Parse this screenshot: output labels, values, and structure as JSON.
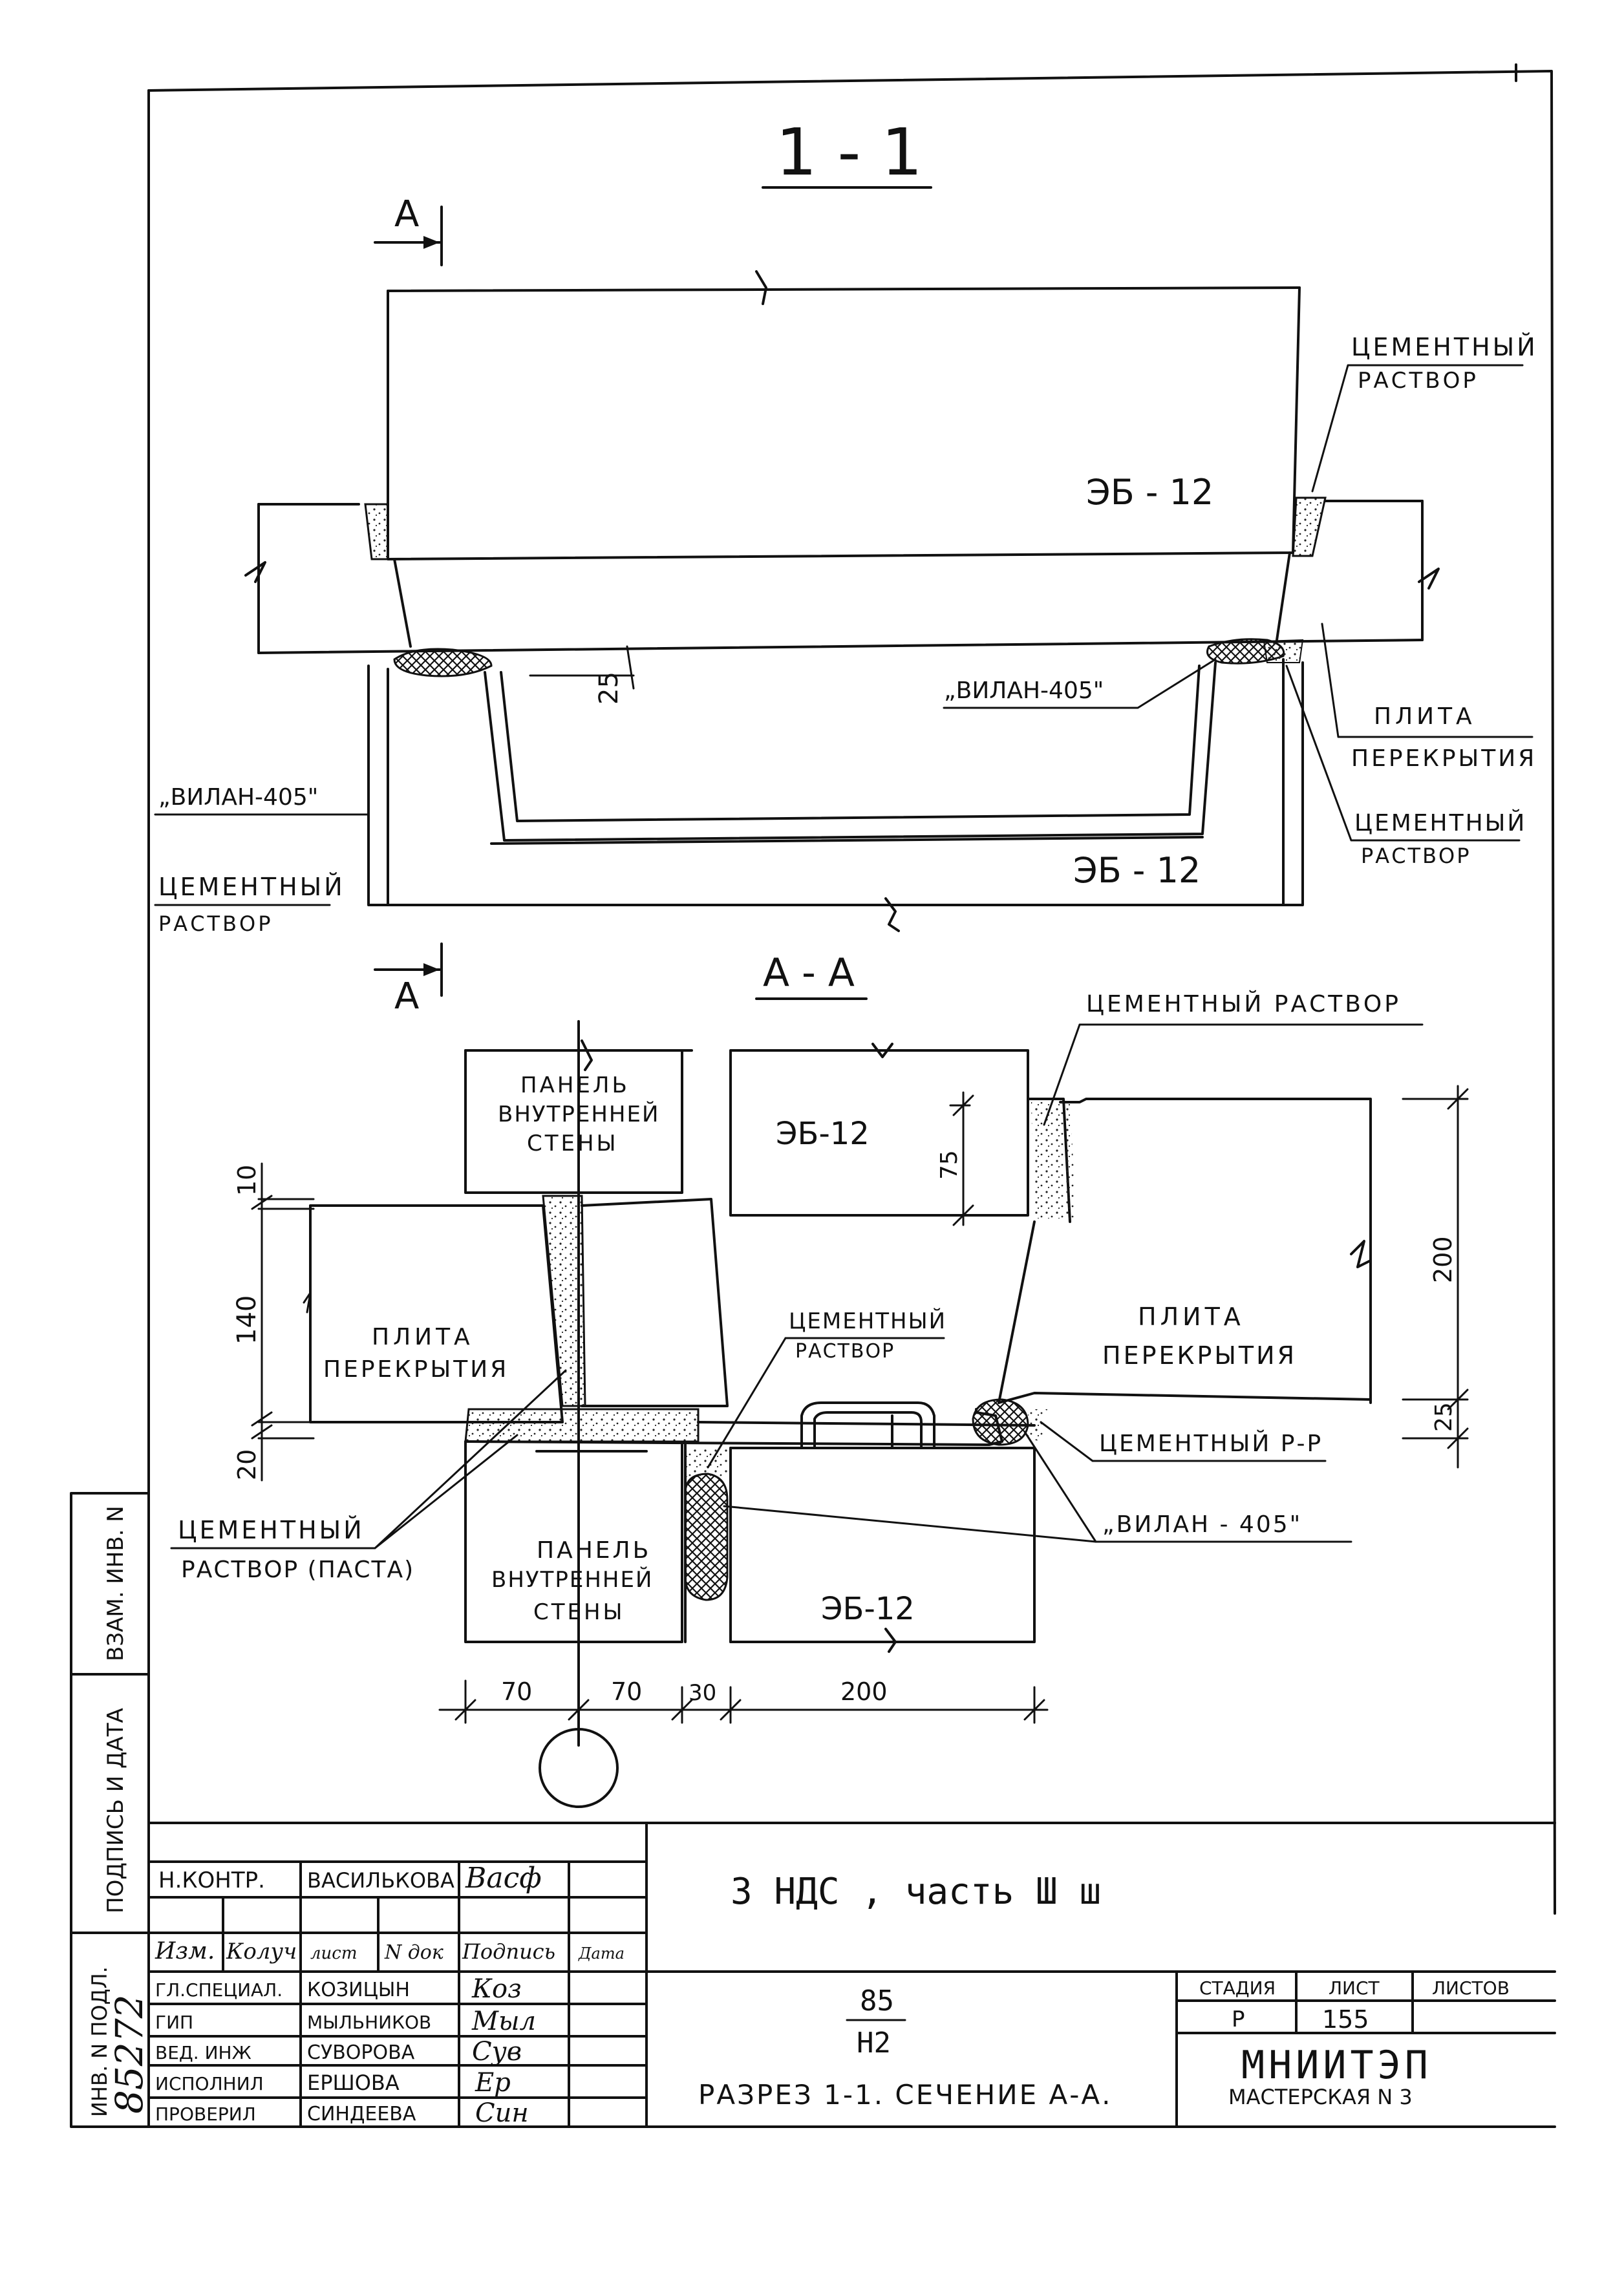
{
  "section_11": {
    "title": "1 - 1",
    "cut_mark": "А",
    "labels": {
      "eb12_top": "ЭБ - 12",
      "eb12_bottom": "ЭБ - 12",
      "cement_top_right": [
        "ЦЕМЕНТНЫЙ",
        "РАСТВОР"
      ],
      "vilan_right": "„ВИЛАН-405\"",
      "plita_right": [
        "ПЛИТА",
        "ПЕРЕКРЫТИЯ"
      ],
      "cement_mid_right": [
        "ЦЕМЕНТНЫЙ",
        "РАСТВОР"
      ],
      "vilan_left": "„ВИЛАН-405\"",
      "cement_left": [
        "ЦЕМЕНТНЫЙ",
        "РАСТВОР"
      ],
      "dim_25": "25"
    }
  },
  "section_aa": {
    "title": "А - А",
    "labels": {
      "panel_top": [
        "ПАНЕЛЬ",
        "ВНУТРЕННЕЙ",
        "СТЕНЫ"
      ],
      "eb12_top": "ЭБ-12",
      "cement_top": "ЦЕМЕНТНЫЙ РАСТВОР",
      "plita_left": [
        "ПЛИТА",
        "ПЕРЕКРЫТИЯ"
      ],
      "plita_right": [
        "ПЛИТА",
        "ПЕРЕКРЫТИЯ"
      ],
      "cement_mid": [
        "ЦЕМЕНТНЫЙ",
        "РАСТВОР"
      ],
      "cement_rr": "ЦЕМЕНТНЫЙ Р-Р",
      "vilan": "„ВИЛАН - 405\"",
      "cement_paste": [
        "ЦЕМЕНТНЫЙ",
        "РАСТВОР (ПАСТА)"
      ],
      "panel_bottom": [
        "ПАНЕЛЬ",
        "ВНУТРЕННЕЙ",
        "СТЕНЫ"
      ],
      "eb12_bottom": "ЭБ-12"
    },
    "dims": {
      "d10": "10",
      "d140": "140",
      "d20": "20",
      "d75": "75",
      "d200_v": "200",
      "d25": "25",
      "d70a": "70",
      "d70b": "70",
      "d30": "30",
      "d200_h": "200"
    }
  },
  "side_stamp": {
    "vzam": "ВЗАМ. ИНВ. N",
    "podpis": "ПОДПИСЬ И ДАТА",
    "inv": "ИНВ. N ПОДЛ.",
    "inv_value": "85272"
  },
  "title_block": {
    "nkontr_role": "Н.КОНТР.",
    "nkontr_name": "ВАСИЛЬКОВА",
    "nkontr_sig": "Васф",
    "hdr_izm": "Изм.",
    "hdr_kol": "Колуч",
    "hdr_list": "лист",
    "hdr_ndok": "N док",
    "hdr_podpis": "Подпись",
    "hdr_data": "Дата",
    "rows": [
      {
        "role": "ГЛ.СПЕЦИАЛ.",
        "name": "КОЗИЦЫН",
        "sig": "Коз"
      },
      {
        "role": "ГИП",
        "name": "МЫЛЬНИКОВ",
        "sig": "Мыл"
      },
      {
        "role": "ВЕД. ИНЖ",
        "name": "СУВОРОВА",
        "sig": "Сув"
      },
      {
        "role": "ИСПОЛНИЛ",
        "name": "ЕРШОВА",
        "sig": "Ер"
      },
      {
        "role": "ПРОВЕРИЛ",
        "name": "СИНДЕЕВА",
        "sig": "Син"
      }
    ],
    "project": "3 НДС , часть Ш ш",
    "code_top": "85",
    "code_bottom": "Н2",
    "sheet_title": "РАЗРЕЗ 1-1. СЕЧЕНИЕ А-А.",
    "stage_hdr": "СТАДИЯ",
    "list_hdr": "ЛИСТ",
    "listov_hdr": "ЛИСТОВ",
    "stage": "Р",
    "list": "155",
    "listov": "",
    "org": "МНИИТЭП",
    "org_sub": "МАСТЕРСКАЯ N 3"
  }
}
